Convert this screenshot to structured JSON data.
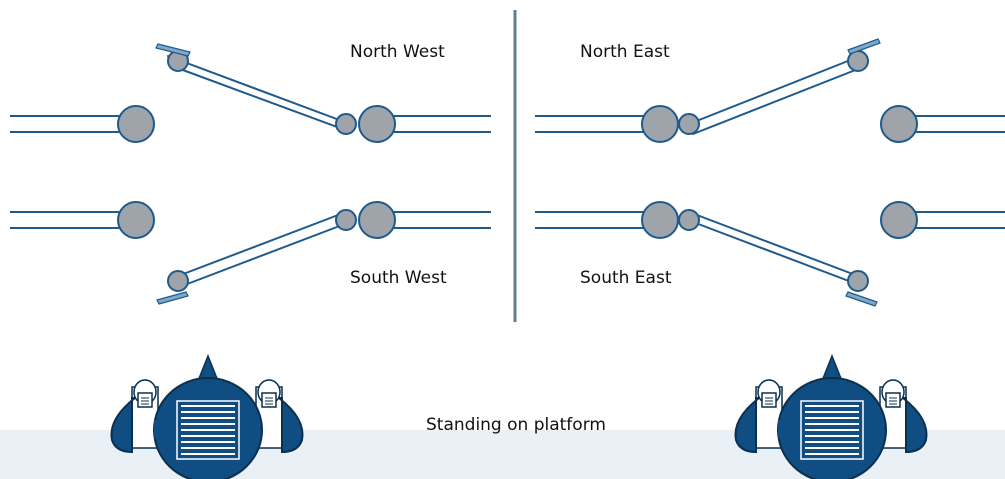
{
  "labels": {
    "north_west": "North West",
    "north_east": "North East",
    "south_west": "South West",
    "south_east": "South East",
    "standing": "Standing on platform"
  },
  "colors": {
    "outline": "#1f5a8d",
    "joint": "#9ea4aa",
    "person": "#0f4d82",
    "floor": "#e9f1f7"
  }
}
